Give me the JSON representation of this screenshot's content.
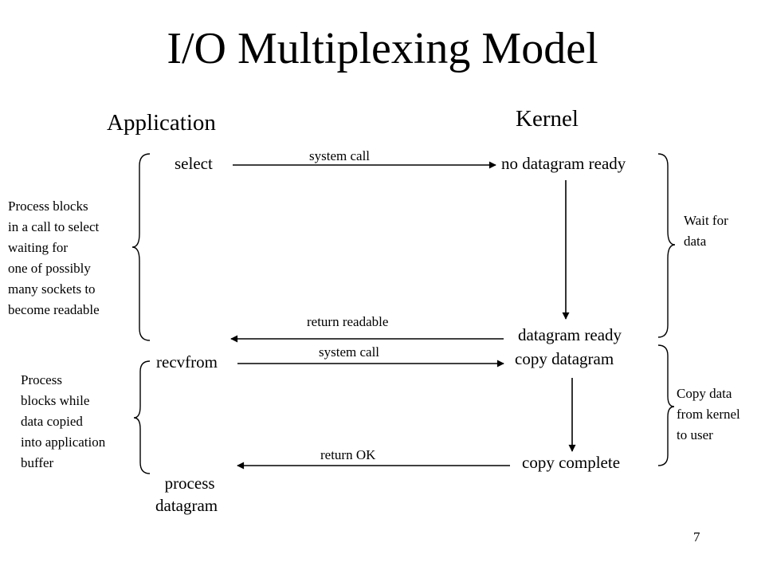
{
  "slide": {
    "title": "I/O Multiplexing Model",
    "page_number": "7"
  },
  "columns": {
    "application": "Application",
    "kernel": "Kernel"
  },
  "steps": {
    "select": "select",
    "no_datagram_ready": "no datagram ready",
    "datagram_ready": "datagram ready",
    "copy_datagram": "copy datagram",
    "recvfrom": "recvfrom",
    "copy_complete": "copy complete",
    "process_datagram": [
      "process",
      "datagram"
    ]
  },
  "calls": {
    "system_call_1": "system call",
    "return_readable": "return readable",
    "system_call_2": "system call",
    "return_ok": "return OK"
  },
  "notes": {
    "left_blocks_select": [
      "Process blocks",
      "in a call to select",
      "waiting for",
      "one of possibly",
      "many sockets to",
      "become readable"
    ],
    "left_blocks_copy": [
      "Process",
      "blocks while",
      "data copied",
      "into application",
      "buffer"
    ],
    "right_wait": [
      "Wait for",
      "data"
    ],
    "right_copy": [
      "Copy data",
      "from kernel",
      "to user"
    ]
  }
}
